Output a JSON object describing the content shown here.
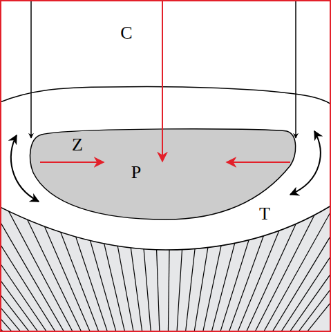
{
  "diagram": {
    "nodes": [
      {
        "text": [
          "P"
        ]
      }
    ],
    "labels": [
      "C",
      "Z",
      "T"
    ]
  }
}
